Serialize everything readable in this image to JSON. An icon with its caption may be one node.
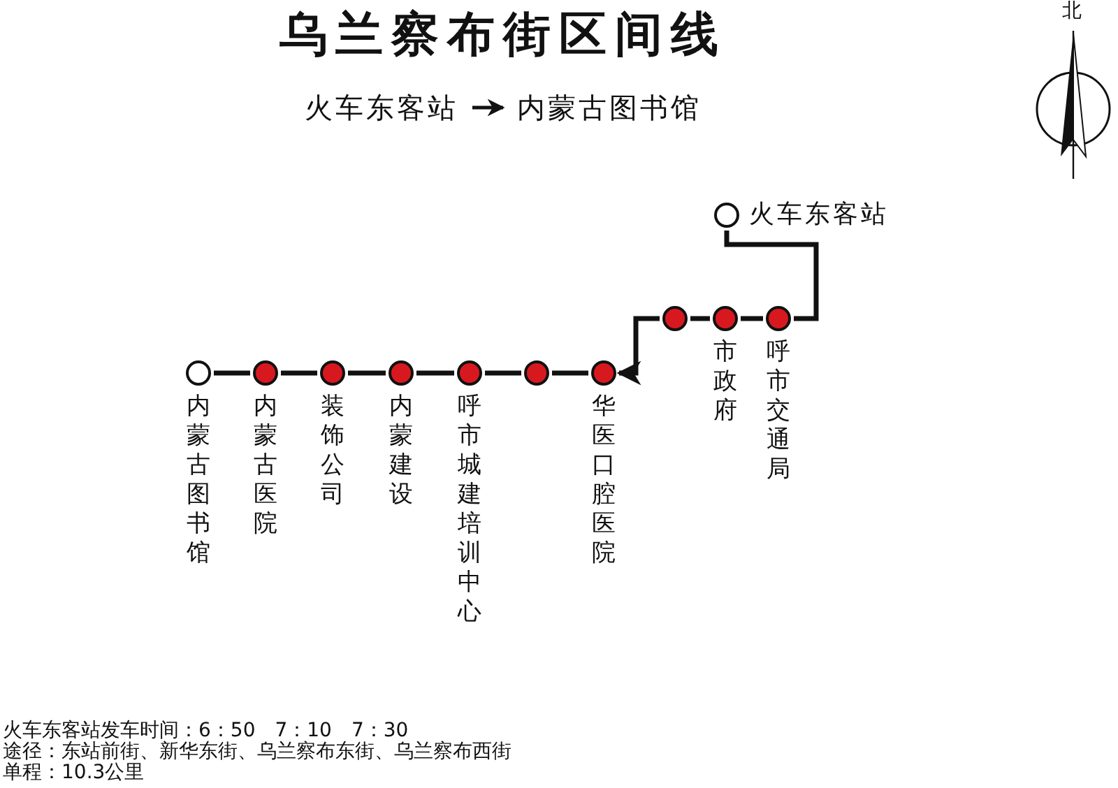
{
  "diagram": {
    "title": "乌兰察布街区间线",
    "nodes": [
      {
        "text": [
          "火车东客站"
        ]
      },
      {
        "text": [
          "内蒙古图书馆"
        ]
      },
      {
        "text": [
          "火车东客站"
        ]
      },
      {
        "text": [
          "呼市交通局"
        ]
      },
      {
        "text": [
          "市政府"
        ]
      },
      {
        "text": [],
        "shape": "circle"
      },
      {
        "text": [
          "华医口腔医院"
        ]
      },
      {
        "text": [],
        "shape": "circle"
      },
      {
        "text": [
          "呼市城建培训中心"
        ]
      },
      {
        "text": [
          "内蒙建设"
        ]
      },
      {
        "text": [
          "装饰公司"
        ]
      },
      {
        "text": [
          "内蒙古医院"
        ]
      },
      {
        "text": [
          "内蒙古图书馆"
        ]
      }
    ],
    "edges": [
      {
        "from": 0,
        "to": 1,
        "arrow": "to"
      },
      {
        "from": 2,
        "to": 3,
        "arrow": "none"
      },
      {
        "from": 3,
        "to": 4,
        "arrow": "none"
      },
      {
        "from": 4,
        "to": 5,
        "arrow": "none"
      },
      {
        "from": 5,
        "to": 6,
        "arrow": "to"
      },
      {
        "from": 6,
        "to": 7,
        "arrow": "none"
      },
      {
        "from": 7,
        "to": 8,
        "arrow": "none"
      },
      {
        "from": 8,
        "to": 9,
        "arrow": "none"
      },
      {
        "from": 9,
        "to": 10,
        "arrow": "none"
      },
      {
        "from": 10,
        "to": 11,
        "arrow": "none"
      },
      {
        "from": 11,
        "to": 12,
        "arrow": "none"
      }
    ],
    "labels": [
      "北",
      "火车东客站发车时间：6：50　7：10　7：30",
      "途径：东站前街、新华东街、乌兰察布东街、乌兰察布西街",
      "单程：10.3公里"
    ]
  }
}
